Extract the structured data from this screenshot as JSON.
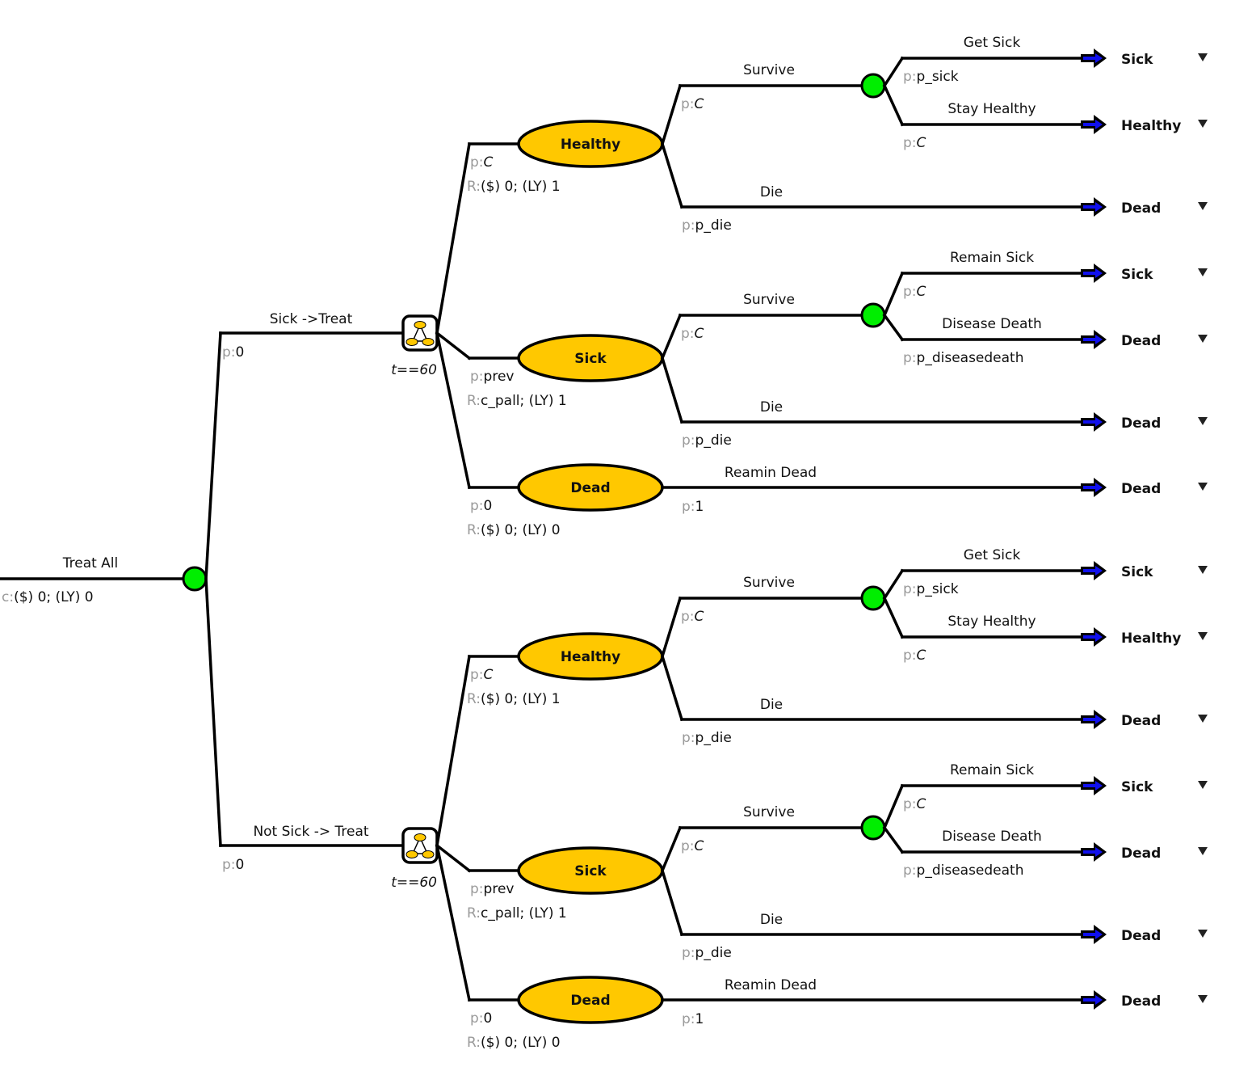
{
  "colors": {
    "line": "#000000",
    "chance_node": "#00ee00",
    "state_fill": "#ffc800",
    "arrow_fill": "#1010ee",
    "prefix": "#9a9a9a",
    "text": "#111111"
  },
  "root": {
    "label": "Treat All",
    "cost_prefix": "c:",
    "cost": "($) 0; (LY) 0",
    "node_type": "chance"
  },
  "strategies": [
    {
      "label": "Sick ->Treat",
      "p_prefix": "p:",
      "p": "0",
      "markov_node": {
        "icon": "markov-node-icon",
        "termination": "t==60"
      },
      "states": [
        {
          "name": "Healthy",
          "p_prefix": "p:",
          "p": "C",
          "p_italic": true,
          "reward_prefix": "R:",
          "reward": "($) 0; (LY) 1",
          "branches": [
            {
              "label": "Survive",
              "p_prefix": "p:",
              "p": "C",
              "p_italic": true,
              "children": [
                {
                  "label": "Get Sick",
                  "p_prefix": "p:",
                  "p": "p_sick",
                  "p_italic": false,
                  "jump_to": "Sick"
                },
                {
                  "label": "Stay Healthy",
                  "p_prefix": "p:",
                  "p": "C",
                  "p_italic": true,
                  "jump_to": "Healthy"
                }
              ]
            },
            {
              "label": "Die",
              "p_prefix": "p:",
              "p": "p_die",
              "p_italic": false,
              "jump_to": "Dead"
            }
          ]
        },
        {
          "name": "Sick",
          "p_prefix": "p:",
          "p": "prev",
          "p_italic": false,
          "reward_prefix": "R:",
          "reward": "c_pall; (LY) 1",
          "branches": [
            {
              "label": "Survive",
              "p_prefix": "p:",
              "p": "C",
              "p_italic": true,
              "children": [
                {
                  "label": "Remain Sick",
                  "p_prefix": "p:",
                  "p": "C",
                  "p_italic": true,
                  "jump_to": "Sick"
                },
                {
                  "label": "Disease Death",
                  "p_prefix": "p:",
                  "p": "p_diseasedeath",
                  "p_italic": false,
                  "jump_to": "Dead"
                }
              ]
            },
            {
              "label": "Die",
              "p_prefix": "p:",
              "p": "p_die",
              "p_italic": false,
              "jump_to": "Dead"
            }
          ]
        },
        {
          "name": "Dead",
          "p_prefix": "p:",
          "p": "0",
          "p_italic": false,
          "reward_prefix": "R:",
          "reward": "($) 0; (LY) 0",
          "branches": [
            {
              "label": "Reamin Dead",
              "p_prefix": "p:",
              "p": "1",
              "p_italic": false,
              "jump_to": "Dead"
            }
          ]
        }
      ]
    },
    {
      "label": "Not Sick -> Treat",
      "p_prefix": "p:",
      "p": "0",
      "markov_node": {
        "icon": "markov-node-icon",
        "termination": "t==60"
      },
      "states": [
        {
          "name": "Healthy",
          "p_prefix": "p:",
          "p": "C",
          "p_italic": true,
          "reward_prefix": "R:",
          "reward": "($) 0; (LY) 1",
          "branches": [
            {
              "label": "Survive",
              "p_prefix": "p:",
              "p": "C",
              "p_italic": true,
              "children": [
                {
                  "label": "Get Sick",
                  "p_prefix": "p:",
                  "p": "p_sick",
                  "p_italic": false,
                  "jump_to": "Sick"
                },
                {
                  "label": "Stay Healthy",
                  "p_prefix": "p:",
                  "p": "C",
                  "p_italic": true,
                  "jump_to": "Healthy"
                }
              ]
            },
            {
              "label": "Die",
              "p_prefix": "p:",
              "p": "p_die",
              "p_italic": false,
              "jump_to": "Dead"
            }
          ]
        },
        {
          "name": "Sick",
          "p_prefix": "p:",
          "p": "prev",
          "p_italic": false,
          "reward_prefix": "R:",
          "reward": "c_pall; (LY) 1",
          "branches": [
            {
              "label": "Survive",
              "p_prefix": "p:",
              "p": "C",
              "p_italic": true,
              "children": [
                {
                  "label": "Remain Sick",
                  "p_prefix": "p:",
                  "p": "C",
                  "p_italic": true,
                  "jump_to": "Sick"
                },
                {
                  "label": "Disease Death",
                  "p_prefix": "p:",
                  "p": "p_diseasedeath",
                  "p_italic": false,
                  "jump_to": "Dead"
                }
              ]
            },
            {
              "label": "Die",
              "p_prefix": "p:",
              "p": "p_die",
              "p_italic": false,
              "jump_to": "Dead"
            }
          ]
        },
        {
          "name": "Dead",
          "p_prefix": "p:",
          "p": "0",
          "p_italic": false,
          "reward_prefix": "R:",
          "reward": "($) 0; (LY) 0",
          "branches": [
            {
              "label": "Reamin Dead",
              "p_prefix": "p:",
              "p": "1",
              "p_italic": false,
              "jump_to": "Dead"
            }
          ]
        }
      ]
    }
  ]
}
